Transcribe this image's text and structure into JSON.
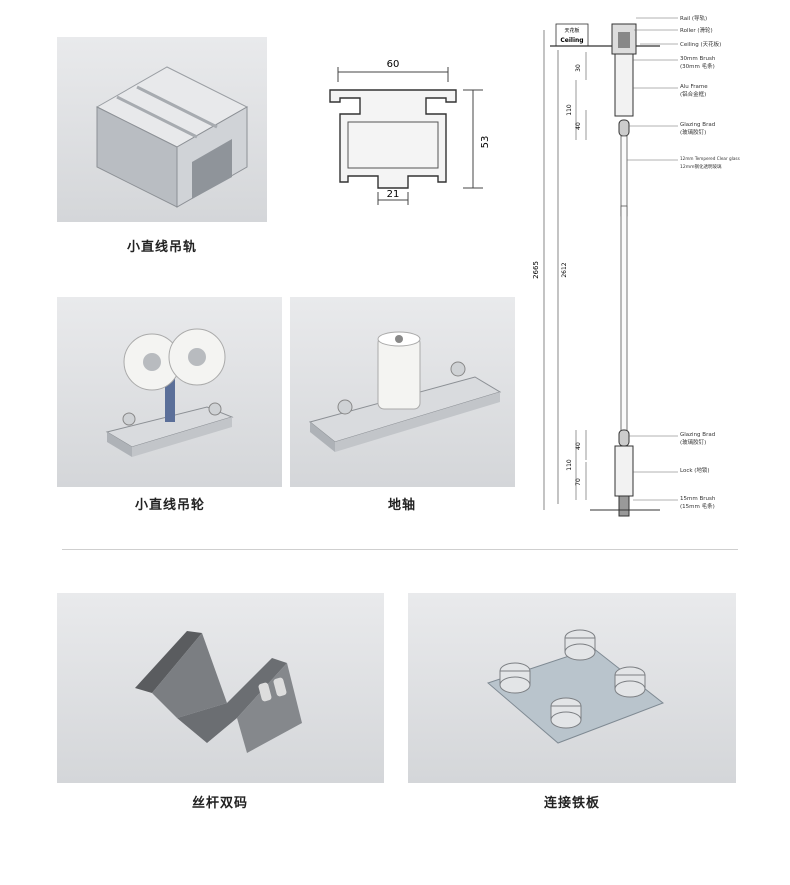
{
  "products": {
    "rail": {
      "label": "小直线吊轨"
    },
    "roller": {
      "label": "小直线吊轮"
    },
    "floor_axis": {
      "label": "地轴"
    },
    "bracket": {
      "label": "丝杆双码"
    },
    "plate": {
      "label": "连接铁板"
    }
  },
  "profile_drawing": {
    "width": "60",
    "height": "53",
    "slot": "21"
  },
  "section_drawing": {
    "labels": {
      "rail": "Rail (导轨)",
      "roller": "Roller (滑轮)",
      "ceiling": "Ceiling (天花板)",
      "ceiling_box_cn": "天花板",
      "ceiling_box_en": "Ceiling",
      "brush30": "30mm Brush",
      "brush30_cn": "(30mm 毛条)",
      "alu_frame": "Alu Frame",
      "alu_frame_cn": "(铝合金框)",
      "glazing_brad_top": "Glazing Brad",
      "glazing_brad_top_cn": "(玻璃胶钉)",
      "glass": "12mm Tempered Clear glass",
      "glass_cn": "12mm钢化透明玻璃",
      "glazing_brad_bottom": "Glazing Brad",
      "glazing_brad_bottom_cn": "(玻璃胶钉)",
      "lock": "Lock (地锁)",
      "brush15": "15mm Brush",
      "brush15_cn": "(15mm 毛条)"
    },
    "dims": {
      "total": "2665",
      "glass": "2612",
      "top_30": "30",
      "top_110": "110",
      "top_40": "40",
      "bottom_40": "40",
      "bottom_110": "110",
      "bottom_70": "70"
    }
  },
  "icons": {
    "rail_photo": "aluminum-rail-icon",
    "roller_photo": "hanging-roller-icon",
    "axis_photo": "floor-axis-icon",
    "bracket_photo": "double-bracket-icon",
    "plate_photo": "connection-plate-icon"
  }
}
